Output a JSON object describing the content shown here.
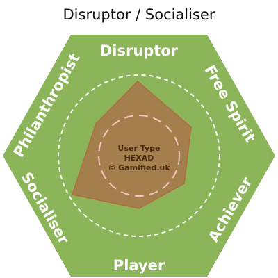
{
  "title": "Disruptor / Socialiser",
  "colors": {
    "hexagon": "#8cb559",
    "polygon_fill": "#a37f4d",
    "polygon_stroke": "#b26a3c",
    "dashed_outer": "#ffffff",
    "dashed_inner": "#f3c7bf"
  },
  "segments": {
    "top": "Disruptor",
    "upper_right": "Free Spirit",
    "lower_right": "Achiever",
    "bottom": "Player",
    "lower_left": "Socialiser",
    "upper_left": "Philanthropist"
  },
  "center": {
    "line1": "User Type",
    "line2": "HEXAD",
    "line3": "© Gamified.uk"
  }
}
